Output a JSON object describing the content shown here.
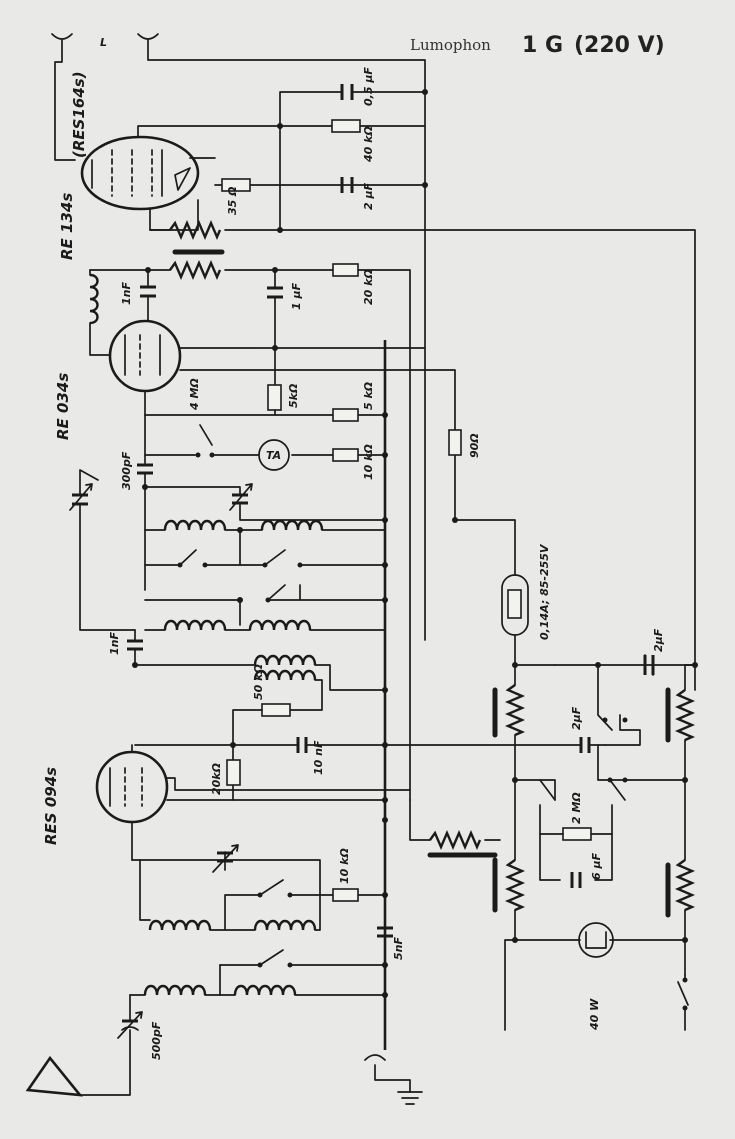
{
  "header": {
    "brand": "Lumophon",
    "model": "1 G",
    "voltage": "(220 V)"
  },
  "terminals": {
    "antenna_socket": "L"
  },
  "tubes": {
    "output": "RE 134s",
    "output_alt": "(RES164s)",
    "detector": "RE 034s",
    "rf": "RES 094s"
  },
  "components": {
    "c_05uf": "0,5 μF",
    "r_40k": "40 kΩ",
    "r_35": "35 Ω",
    "c_2uf_top": "2 μF",
    "c_1nf_top": "1nF",
    "c_1uf": "1 μF",
    "r_20k_top": "20 kΩ",
    "r_4m": "4 MΩ",
    "r_5k": "5kΩ",
    "r_5k_b": "5 kΩ",
    "ta": "TA",
    "r_10k_mid": "10 kΩ",
    "c_300pf": "300pF",
    "r_90": "90Ω",
    "glow_lamp": "0,14A; 85-255V",
    "c_1nf_mid": "1nF",
    "r_50k": "50 kΩ",
    "c_10nf": "10 nF",
    "r_20k_low": "20kΩ",
    "c_2uf_right": "2μF",
    "c_2uf_mid": "2μF",
    "r_2m": "2 MΩ",
    "c_6uf": "6 μF",
    "r_10k_low": "10 kΩ",
    "c_5nf": "5nF",
    "c_500pf": "500pF",
    "lamp_40w": "40 W"
  }
}
